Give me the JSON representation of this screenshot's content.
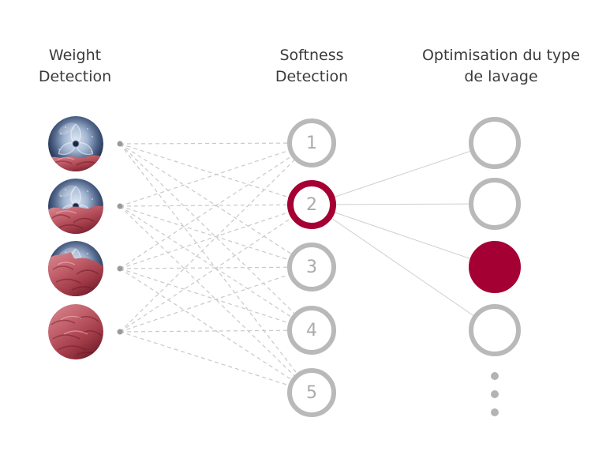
{
  "diagram": {
    "type": "neural-network",
    "columns": [
      {
        "id": "weight-detection",
        "title": "Weight\nDetection"
      },
      {
        "id": "softness-detection",
        "title": "Softness\nDetection"
      },
      {
        "id": "wash-type-optimisation",
        "title": "Optimisation du type\nde lavage"
      }
    ]
  },
  "network": {
    "inputs": [
      {
        "name": "drum-load-low",
        "load": "low"
      },
      {
        "name": "drum-load-medium",
        "load": "medium"
      },
      {
        "name": "drum-load-high",
        "load": "high"
      },
      {
        "name": "drum-load-full",
        "load": "full"
      }
    ],
    "hidden": [
      {
        "label": "1",
        "highlighted": false
      },
      {
        "label": "2",
        "highlighted": true
      },
      {
        "label": "3",
        "highlighted": false
      },
      {
        "label": "4",
        "highlighted": false
      },
      {
        "label": "5",
        "highlighted": false
      }
    ],
    "outputs": [
      {
        "highlighted": false
      },
      {
        "highlighted": false
      },
      {
        "highlighted": true
      },
      {
        "highlighted": false
      }
    ],
    "ellipsis_dot_count": 3
  },
  "colors": {
    "accent": "#a50034",
    "ring": "#b9b9b9",
    "number": "#ababab",
    "dashed_line": "#c9c9c9",
    "solid_line": "#cfcfcf",
    "input_dot": "#9a9a9a",
    "ellipsis_dot": "#b3b3b3",
    "title_text": "#3b3b3b",
    "background": "#ffffff"
  }
}
